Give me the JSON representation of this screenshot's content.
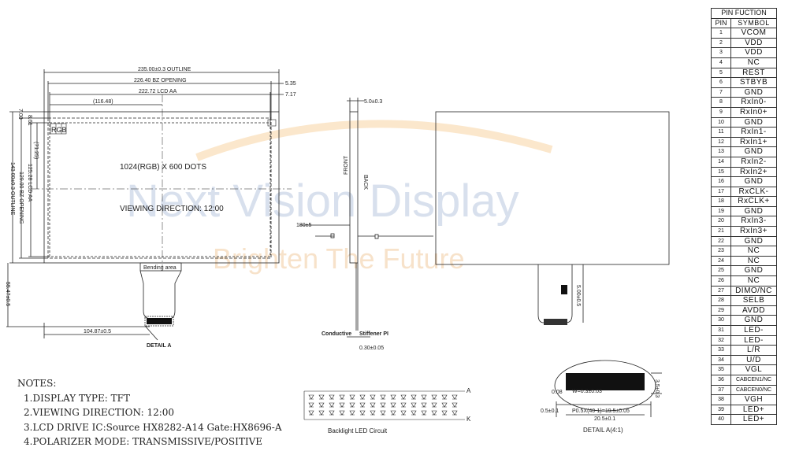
{
  "watermark": {
    "brand": "Next Vision Display",
    "slogan": "Brighten The Future"
  },
  "front_view": {
    "dim_outline": "235.00±0.3 OUTLINE",
    "dim_bz_opening": "226.40 BZ OPENING",
    "dim_lcd_aa": "222.72 LCD AA",
    "dim_center": "(116.48)",
    "dim_5_35": "5.35",
    "dim_7_17": "7.17",
    "dim_7_00": "7.00",
    "dim_8_61": "8.61",
    "dim_71_25": "(71.25)",
    "dim_125_28": "125.28 LCD AA",
    "dim_129_00": "129.00 BZ OPENING",
    "dim_143_00": "143.00±0.3 OUTLINE",
    "dim_55_47": "55.47±0.5",
    "dim_104_87": "104.87±0.5",
    "rgb_label": "RGB",
    "resolution_text": "1024(RGB) X 600 DOTS",
    "viewing_text": "VIEWING DIRECTION: 12:00",
    "bending_label": "Bending area",
    "detail_label": "DETAIL A"
  },
  "side_view": {
    "dim_thickness": "5.0±0.3",
    "front_label": "FRONT",
    "back_label": "BACK",
    "dim_180": "180±5",
    "conductive_label": "Conductive",
    "stiffener_label": "Stiffener PI",
    "dim_030": "0.30±0.05"
  },
  "back_view": {
    "dim_5_00": "5.00±0.5"
  },
  "detail_a": {
    "label": "DETAIL A(4:1)",
    "dim_w": "W=0.3±0.03",
    "dim_pitch": "P0.5X(40-1)=19.5±0.05",
    "dim_total": "20.5±0.1",
    "dim_edge": "0.5±0.1",
    "dim_height": "3.5±0.3",
    "dim_r": "0.08"
  },
  "backlight": {
    "label": "Backlight LED Circuit",
    "anode": "A",
    "cathode": "K"
  },
  "notes": {
    "title": "NOTES:",
    "lines": [
      "1.DISPLAY TYPE: TFT",
      "2.VIEWING DIRECTION: 12:00",
      "3.LCD DRIVE IC:Source HX8282-A14 Gate:HX8696-A",
      "4.POLARIZER MODE: TRANSMISSIVE/POSITIVE"
    ]
  },
  "pin_table": {
    "title": "PIN FUCTION",
    "col_pin": "PIN",
    "col_symbol": "SYMBOL",
    "rows": [
      [
        "1",
        "VCOM"
      ],
      [
        "2",
        "VDD"
      ],
      [
        "3",
        "VDD"
      ],
      [
        "4",
        "NC"
      ],
      [
        "5",
        "REST"
      ],
      [
        "6",
        "STBYB"
      ],
      [
        "7",
        "GND"
      ],
      [
        "8",
        "RxIn0-"
      ],
      [
        "9",
        "RxIn0+"
      ],
      [
        "10",
        "GND"
      ],
      [
        "11",
        "RxIn1-"
      ],
      [
        "12",
        "RxIn1+"
      ],
      [
        "13",
        "GND"
      ],
      [
        "14",
        "RxIn2-"
      ],
      [
        "15",
        "RxIn2+"
      ],
      [
        "16",
        "GND"
      ],
      [
        "17",
        "RxCLK-"
      ],
      [
        "18",
        "RxCLK+"
      ],
      [
        "19",
        "GND"
      ],
      [
        "20",
        "RxIn3-"
      ],
      [
        "21",
        "RxIn3+"
      ],
      [
        "22",
        "GND"
      ],
      [
        "23",
        "NC"
      ],
      [
        "24",
        "NC"
      ],
      [
        "25",
        "GND"
      ],
      [
        "26",
        "NC"
      ],
      [
        "27",
        "DIMO/NC"
      ],
      [
        "28",
        "SELB"
      ],
      [
        "29",
        "AVDD"
      ],
      [
        "30",
        "GND"
      ],
      [
        "31",
        "LED-"
      ],
      [
        "32",
        "LED-"
      ],
      [
        "33",
        "L/R"
      ],
      [
        "34",
        "U/D"
      ],
      [
        "35",
        "VGL"
      ],
      [
        "36",
        "CABCEN1/NC"
      ],
      [
        "37",
        "CABCEN0/NC"
      ],
      [
        "38",
        "VGH"
      ],
      [
        "39",
        "LED+"
      ],
      [
        "40",
        "LED+"
      ]
    ]
  }
}
